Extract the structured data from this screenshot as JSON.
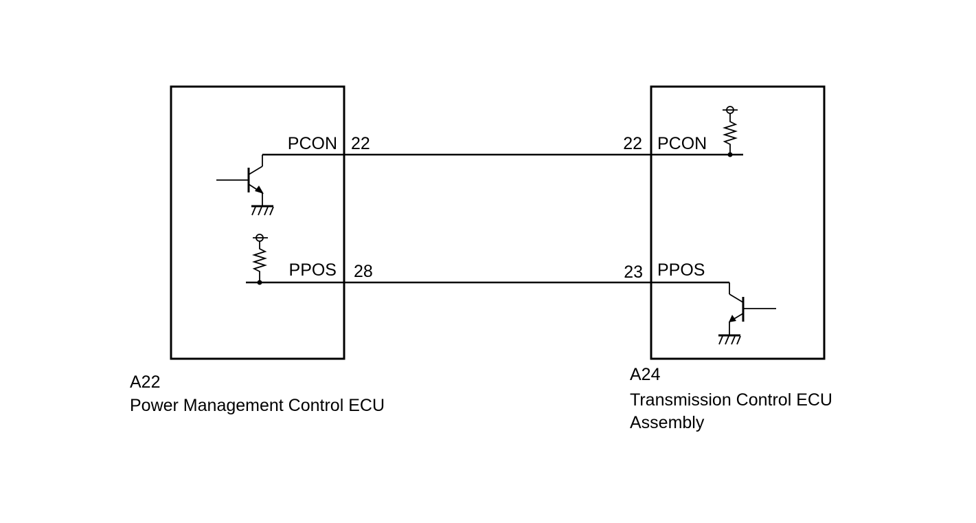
{
  "colors": {
    "line": "#000000",
    "background": "#ffffff"
  },
  "ecu_left": {
    "code": "A22",
    "name": "Power Management Control ECU",
    "signals": [
      {
        "label": "PCON",
        "pin": "22"
      },
      {
        "label": "PPOS",
        "pin": "28"
      }
    ]
  },
  "ecu_right": {
    "code": "A24",
    "name_line1": "Transmission Control ECU",
    "name_line2": "Assembly",
    "signals": [
      {
        "label": "PCON",
        "pin": "22"
      },
      {
        "label": "PPOS",
        "pin": "23"
      }
    ]
  },
  "icons": {
    "transistor": "npn-transistor-icon",
    "resistor": "resistor-icon",
    "ground": "ground-icon",
    "power": "power-supply-icon"
  }
}
